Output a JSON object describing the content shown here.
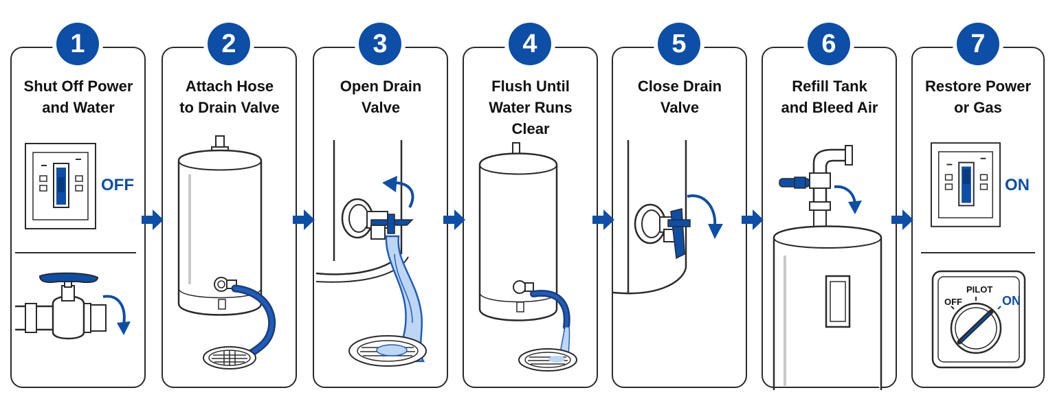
{
  "colors": {
    "accent": "#0d4ea6",
    "line": "#2a2a2a",
    "water": "#bcd6f3"
  },
  "steps": [
    {
      "number": "1",
      "title_lines": [
        "Shut Off Power",
        "and Water"
      ]
    },
    {
      "number": "2",
      "title_lines": [
        "Attach Hose",
        "to Drain Valve"
      ]
    },
    {
      "number": "3",
      "title_lines": [
        "Open Drain",
        "Valve"
      ]
    },
    {
      "number": "4",
      "title_lines": [
        "Flush Until",
        "Water Runs",
        "Clear"
      ]
    },
    {
      "number": "5",
      "title_lines": [
        "Close Drain",
        "Valve"
      ]
    },
    {
      "number": "6",
      "title_lines": [
        "Refill Tank",
        "and Bleed Air"
      ]
    },
    {
      "number": "7",
      "title_lines": [
        "Restore Power",
        "or Gas"
      ]
    }
  ],
  "step1": {
    "switch_state": "OFF"
  },
  "step7": {
    "switch_state": "ON",
    "dial": {
      "off": "OFF",
      "pilot": "PILOT",
      "on": "ON"
    }
  },
  "icons": {
    "step1": [
      "breaker-panel-icon",
      "shutoff-valve-icon"
    ],
    "step2": [
      "water-heater-icon",
      "garden-hose-icon",
      "floor-drain-icon"
    ],
    "step3": [
      "drain-valve-icon",
      "water-stream-icon",
      "floor-drain-icon"
    ],
    "step4": [
      "water-heater-icon",
      "garden-hose-icon",
      "floor-drain-icon"
    ],
    "step5": [
      "drain-valve-icon",
      "rotate-arrow-icon"
    ],
    "step6": [
      "cold-water-valve-icon",
      "water-heater-icon"
    ],
    "step7": [
      "breaker-panel-icon",
      "gas-control-dial-icon"
    ],
    "between_steps": "next-arrow-icon"
  }
}
